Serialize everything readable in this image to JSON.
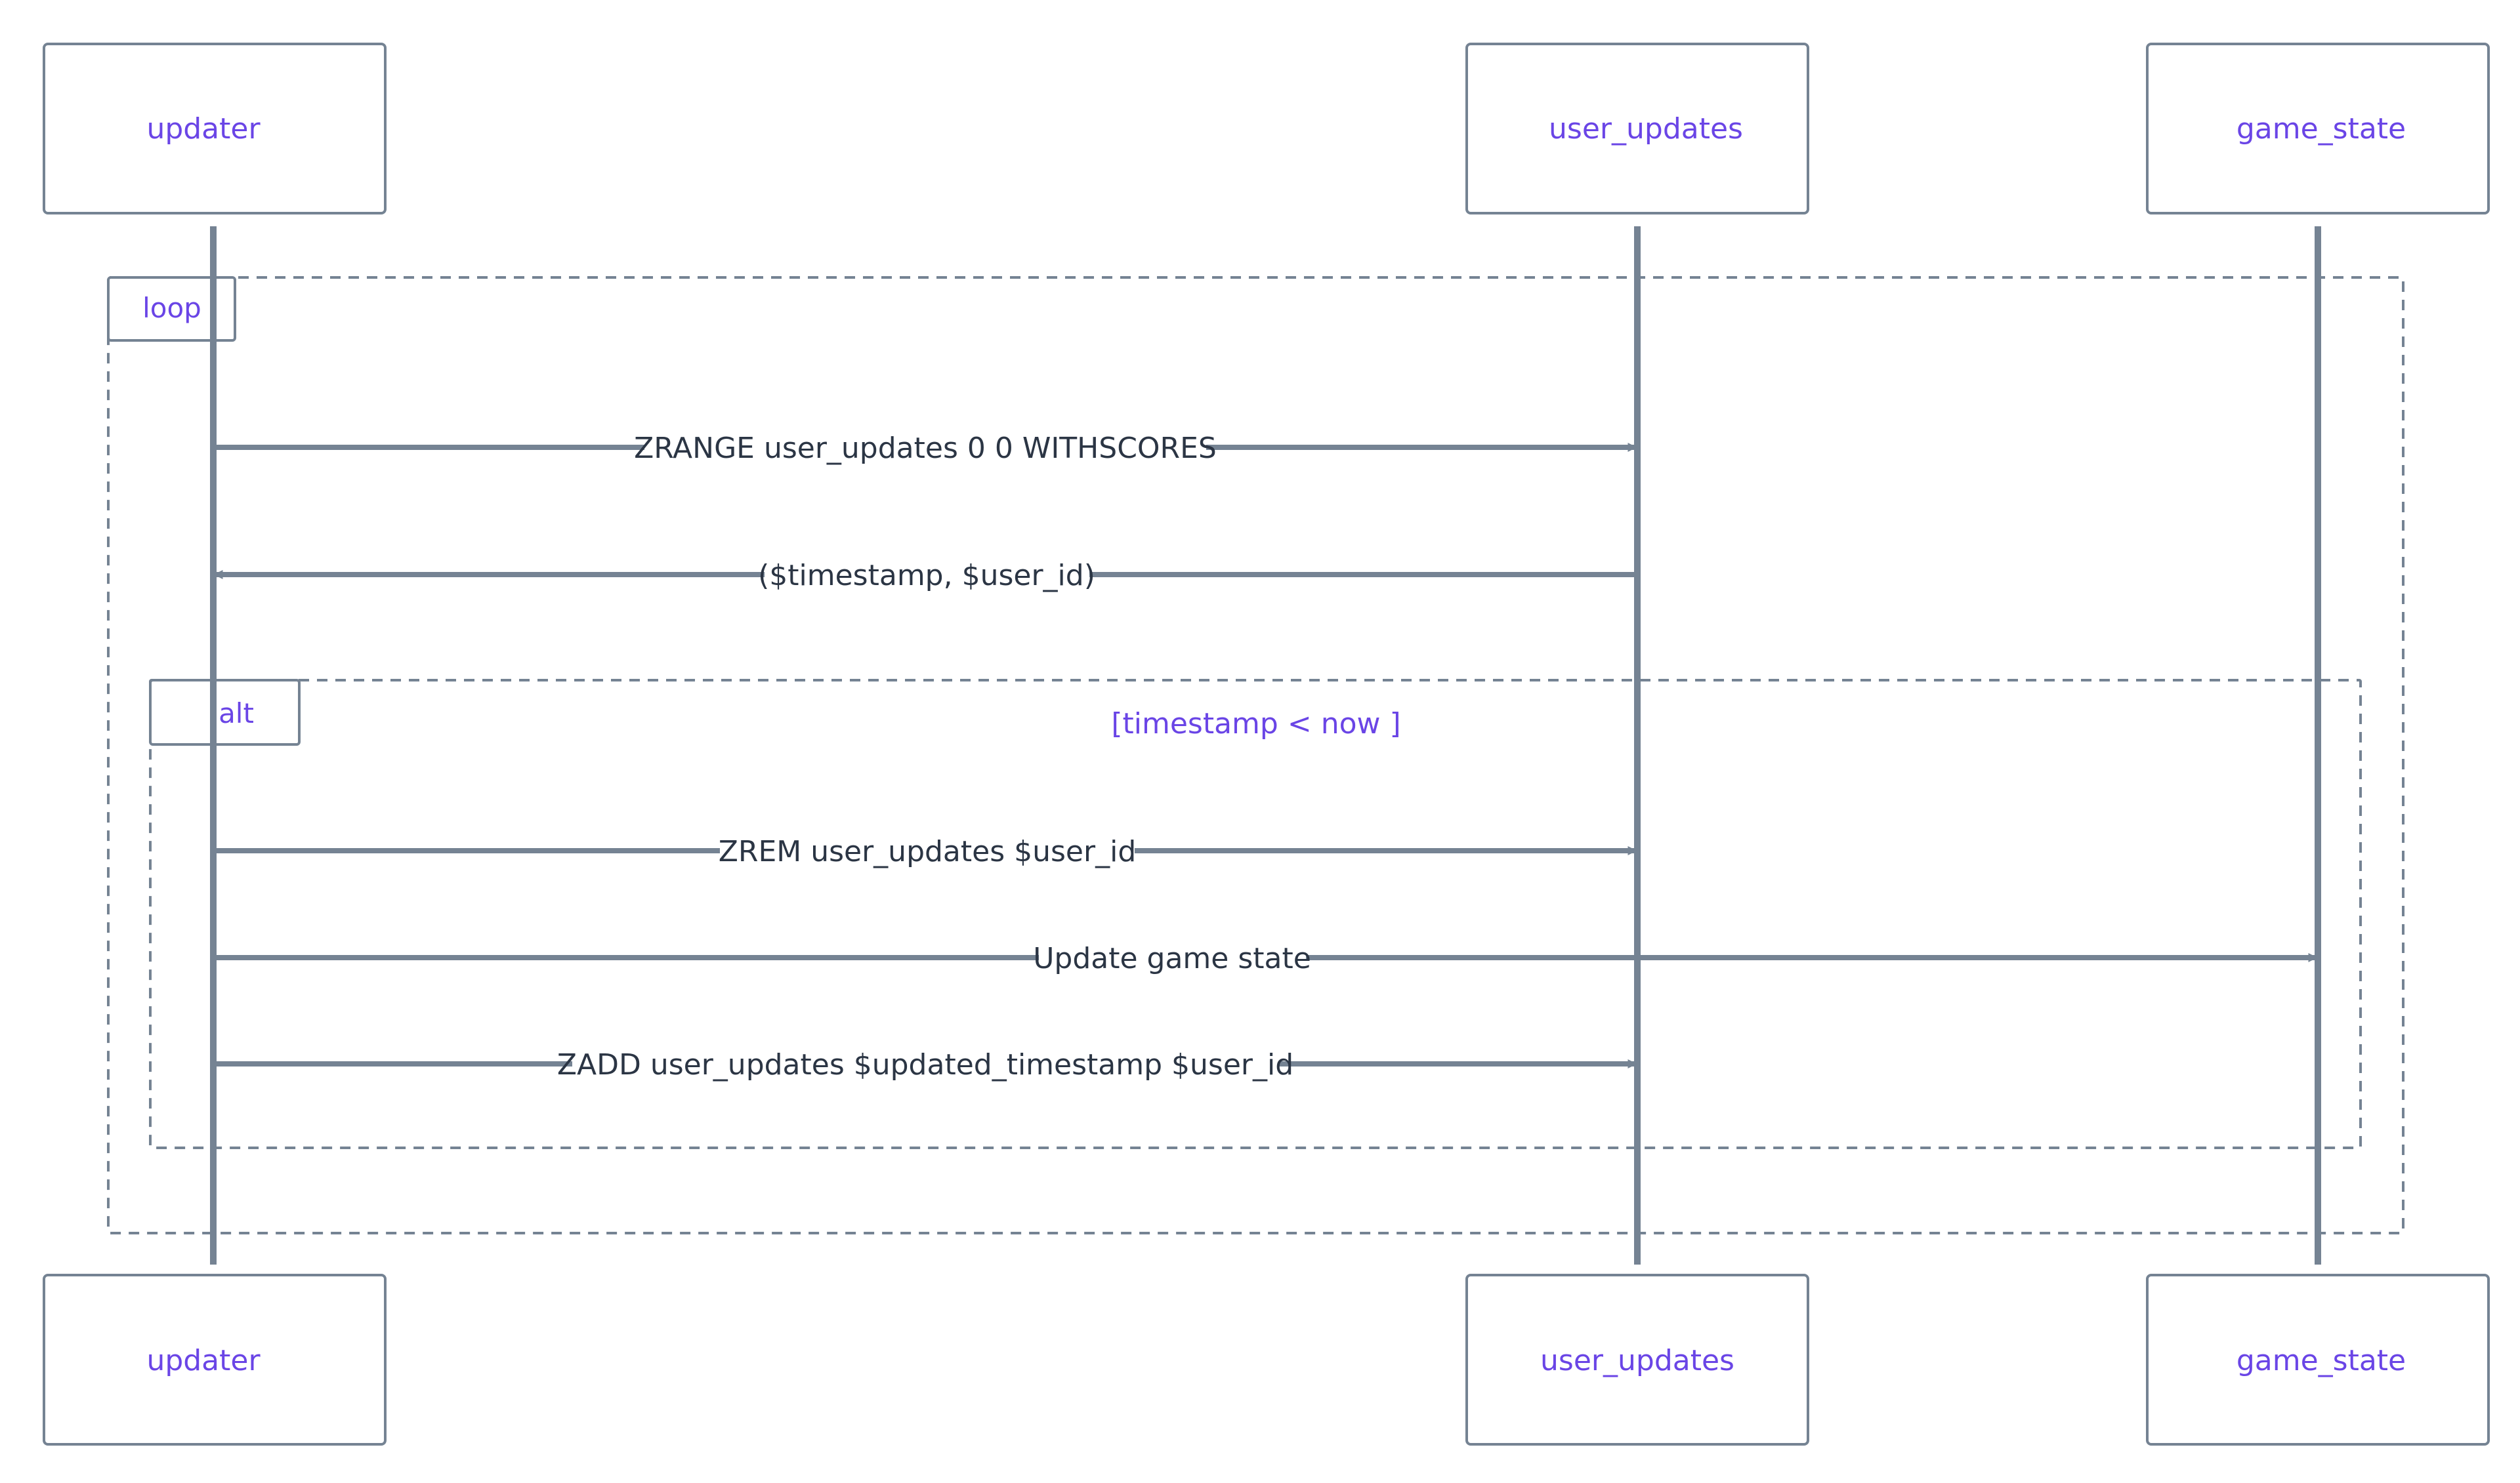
{
  "colors": {
    "line": "#758393",
    "participant_text": "#6a45e6",
    "message_text": "#2b3544",
    "background": "#ffffff"
  },
  "participants": [
    {
      "id": "updater",
      "top_label": "updater",
      "bottom_label": "updater"
    },
    {
      "id": "user_updates",
      "top_label": "user_updates",
      "bottom_label": "user_updates"
    },
    {
      "id": "game_state",
      "top_label": "game_state",
      "bottom_label": "game_state"
    }
  ],
  "fragments": {
    "loop": {
      "label": "loop"
    },
    "alt": {
      "label": "alt",
      "guard": "[timestamp < now ]"
    }
  },
  "messages": [
    {
      "from": "updater",
      "to": "user_updates",
      "label": "ZRANGE user_updates 0 0 WITHSCORES"
    },
    {
      "from": "user_updates",
      "to": "updater",
      "label": "($timestamp, $user_id)"
    },
    {
      "from": "updater",
      "to": "user_updates",
      "label": "ZREM user_updates $user_id"
    },
    {
      "from": "updater",
      "to": "game_state",
      "label": "Update game state"
    },
    {
      "from": "updater",
      "to": "user_updates",
      "label": "ZADD user_updates $updated_timestamp $user_id"
    }
  ]
}
